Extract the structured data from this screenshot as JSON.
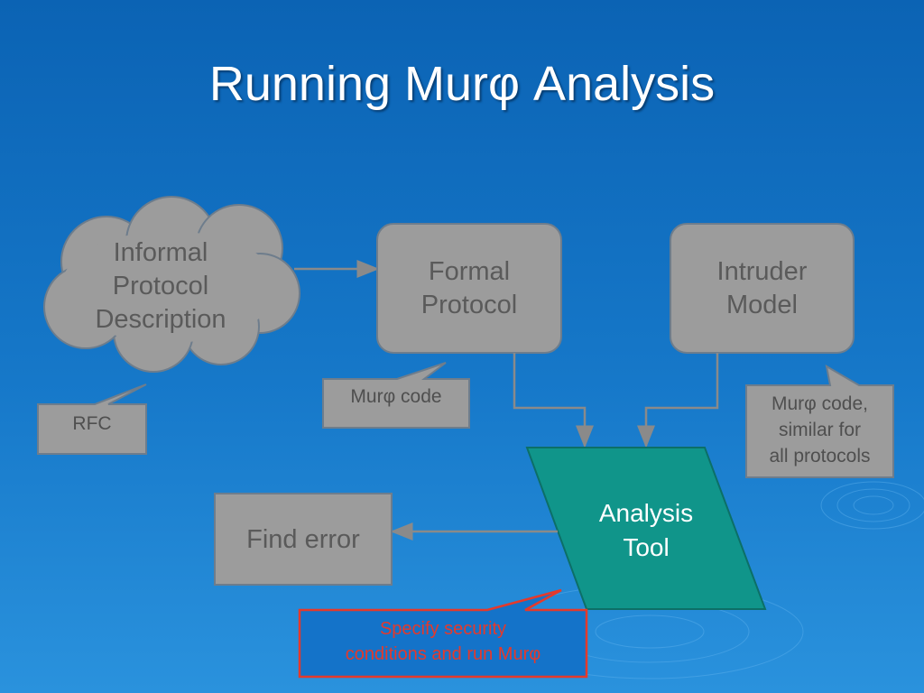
{
  "title": "Running Murφ Analysis",
  "nodes": {
    "informal": "Informal\nProtocol\nDescription",
    "formal": "Formal\nProtocol",
    "intruder": "Intruder\nModel",
    "analysis": "Analysis\nTool",
    "find_error": "Find error"
  },
  "callouts": {
    "rfc": "RFC",
    "murphi_code": "Murφ code",
    "murphi_similar": "Murφ code,\nsimilar for\nall protocols",
    "specify": "Specify security\nconditions and run Murφ"
  },
  "colors": {
    "box_fill": "#9c9c9c",
    "box_stroke": "#6e7d8c",
    "analysis_fill": "#10958a",
    "arrow": "#8a8a8a",
    "red_border": "#e5392b"
  }
}
